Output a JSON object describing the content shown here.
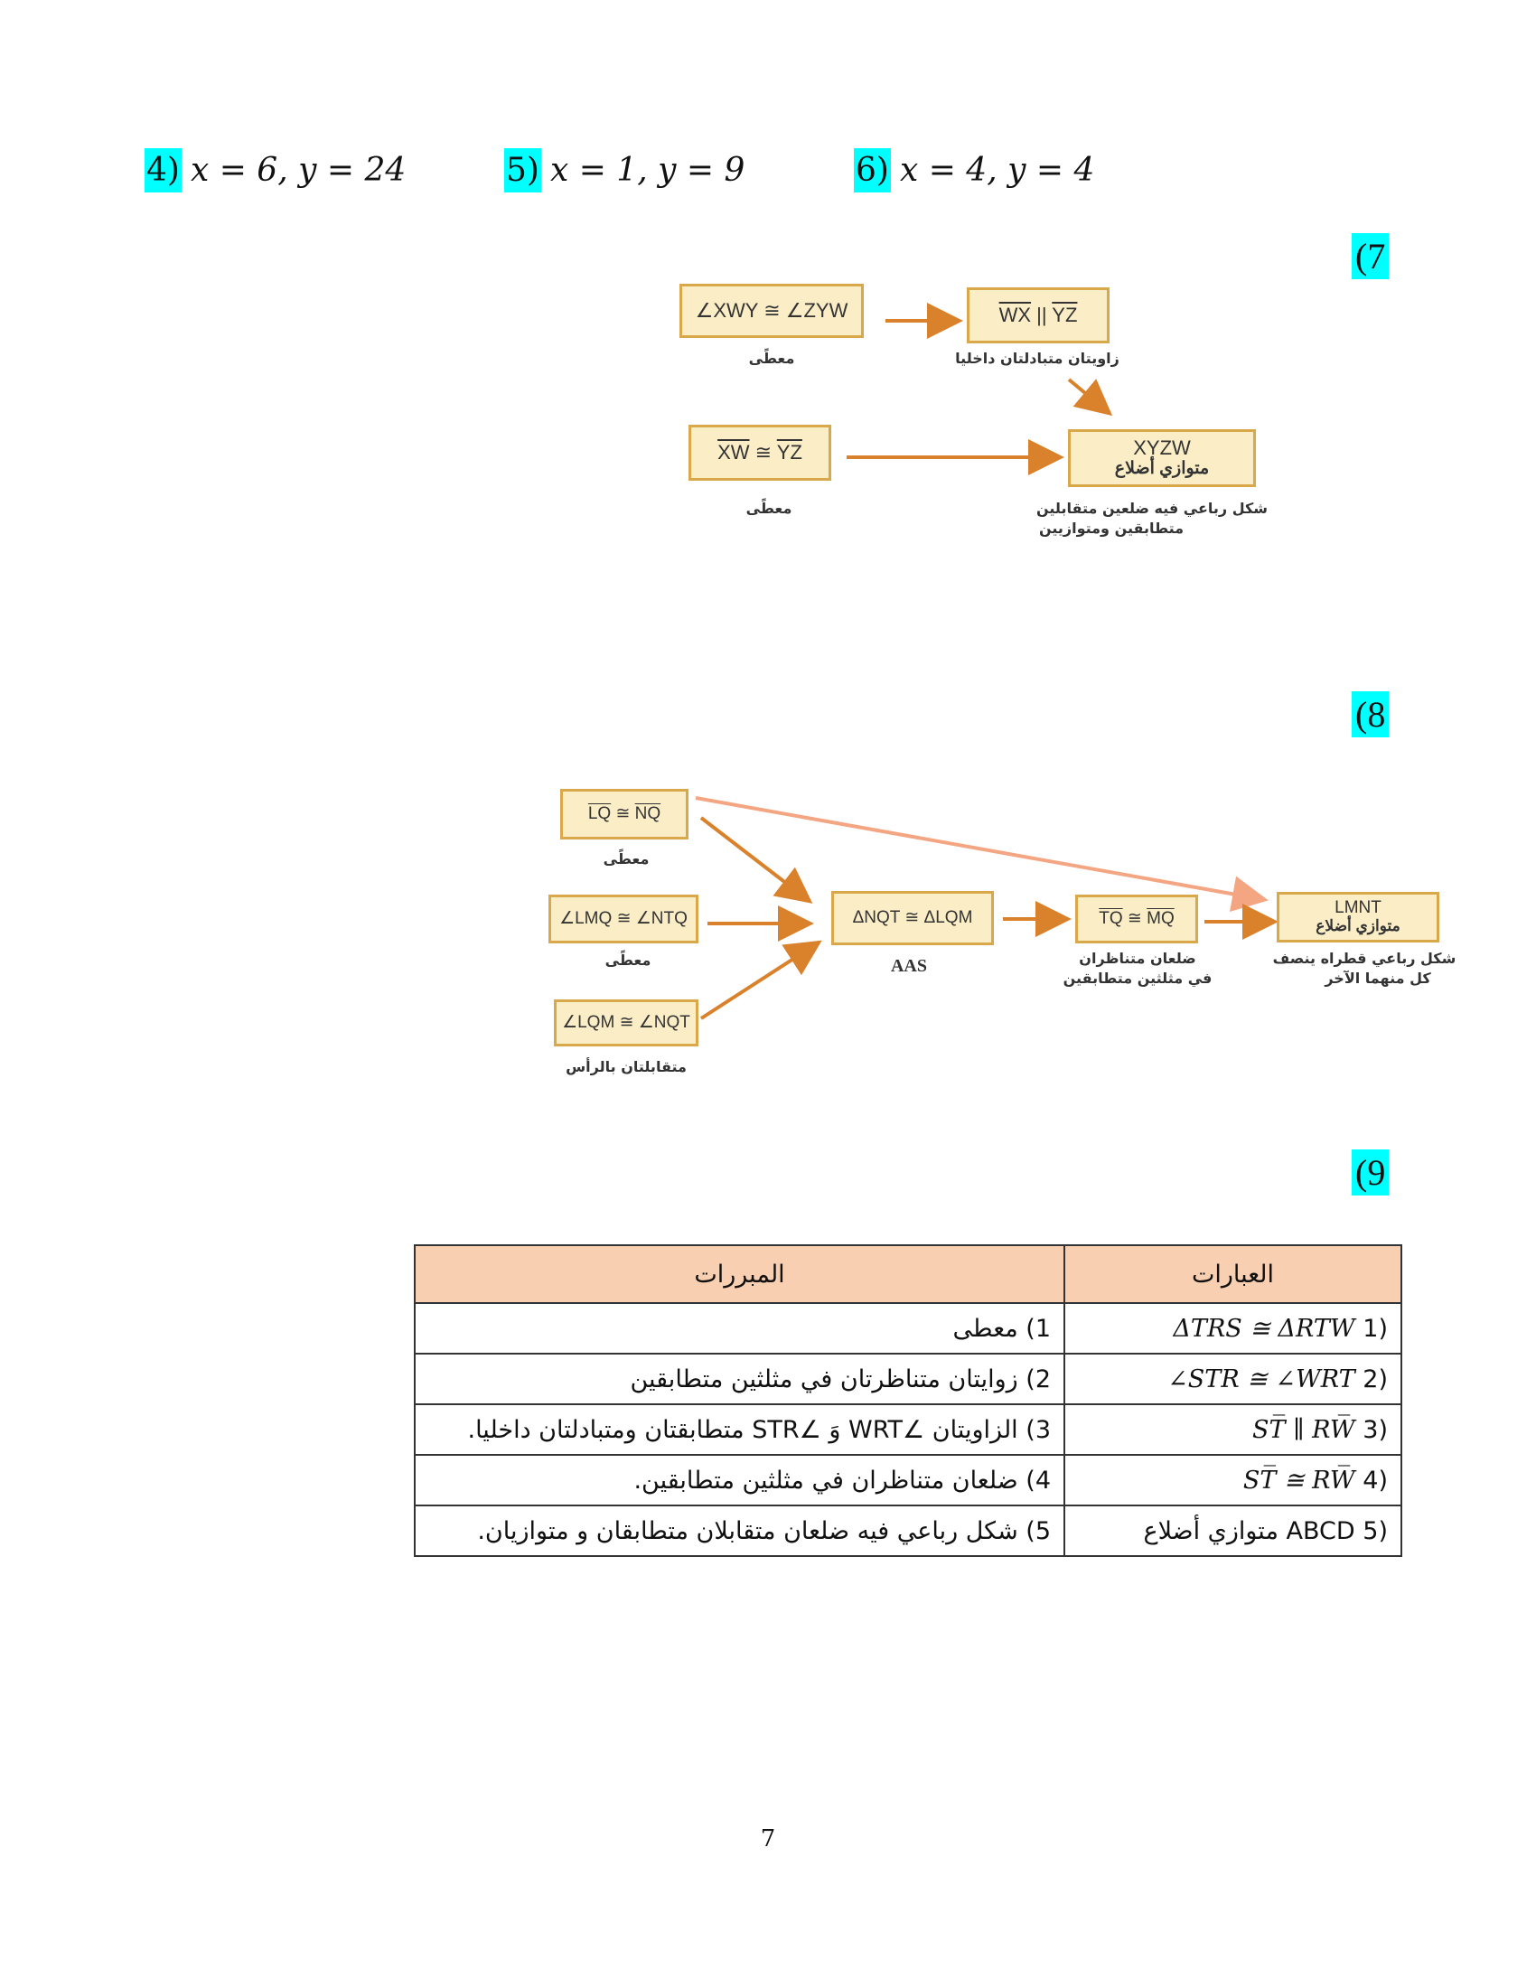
{
  "answers": [
    {
      "num": "4)",
      "eq": "x = 6, y = 24"
    },
    {
      "num": "5)",
      "eq": "x = 1, y = 9"
    },
    {
      "num": "6)",
      "eq": "x = 4, y = 4"
    }
  ],
  "q7": {
    "number": "(7",
    "box1": "∠XWY ≅ ∠ZYW",
    "box1_caption": "معطًى",
    "box2_a": "WX",
    "box2_sep": " || ",
    "box2_b": "YZ",
    "box2_caption": "زاويتان متبادلتان داخليا",
    "box3_a": "XW",
    "box3_sep": " ≅ ",
    "box3_b": "YZ",
    "box3_caption": "معطًى",
    "box4_title": "XYZW",
    "box4_label": "متوازي أضلاع",
    "box4_caption_1": "شكل رباعي فيه ضلعين متقابلين",
    "box4_caption_2": "متطابقين ومتوازيين"
  },
  "q8": {
    "number": "(8",
    "box1_a": "LQ",
    "box1_sep": " ≅ ",
    "box1_b": "NQ",
    "box1_caption": "معطًى",
    "box2": "∠LMQ ≅ ∠NTQ",
    "box2_caption": "معطًى",
    "box3": "∠LQM ≅ ∠NQT",
    "box3_caption": "متقابلتان بالرأس",
    "box4": "ΔNQT ≅ ΔLQM",
    "box4_caption": "AAS",
    "box5_a": "TQ",
    "box5_sep": " ≅ ",
    "box5_b": "MQ",
    "box5_caption_1": "ضلعان متناظران",
    "box5_caption_2": "في مثلثين متطابقين",
    "box6_title": "LMNT",
    "box6_label": "متوازي أضلاع",
    "box6_caption_1": "شكل رباعي قطراه ينصف",
    "box6_caption_2": "كل منهما الآخر"
  },
  "q9": {
    "number": "(9",
    "headers": {
      "statements": "العبارات",
      "reasons": "المبررات"
    },
    "rows": [
      {
        "statement": "ΔTRS ≅ ΔRTW",
        "reason": "1)  معطى"
      },
      {
        "statement": "∠STR ≅ ∠WRT",
        "reason": "2) زوايتان متناظرتان في مثلثين متطابقين"
      },
      {
        "statement": "ST̅ ∥ RW̅",
        "reason": "3) الزاويتان ∠WRT وَ ∠STR متطابقتان ومتبادلتان داخليا."
      },
      {
        "statement": "ST̅ ≅ RW̅",
        "reason": "4) ضلعان متناظران في مثلثين متطابقين."
      },
      {
        "statement": "ABCD متوازي أضلاع",
        "reason": "5) شكل رباعي فيه ضلعان متقابلان متطابقان و متوازيان."
      }
    ],
    "row_numbers": [
      "(1",
      "(2",
      "(3",
      "(4",
      "(5"
    ]
  },
  "page_number": "7",
  "colors": {
    "highlight": "#00ffff",
    "arrow": "#d9822b",
    "arrow_light": "#f4a582",
    "box_fill": "#fbeec6",
    "box_border": "#d9a84a",
    "table_header": "#f8cfb0"
  }
}
